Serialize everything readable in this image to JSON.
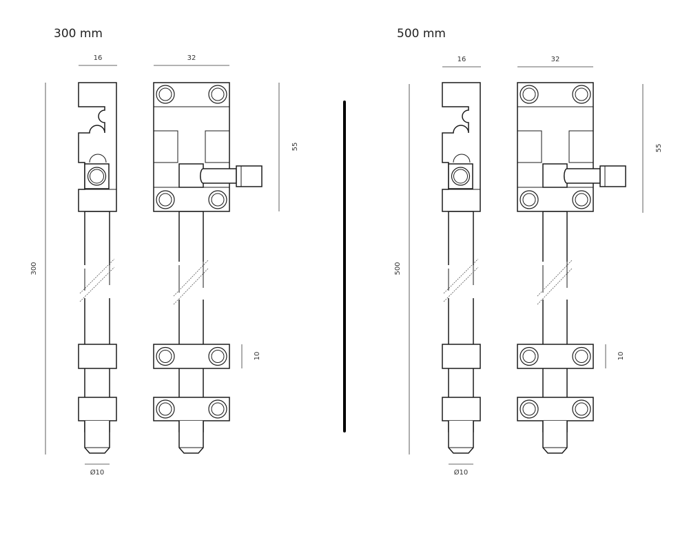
{
  "figures": [
    {
      "title": "300 mm",
      "side_width_label": "16",
      "front_width_label": "32",
      "total_length_label": "300",
      "head_length_label": "55",
      "strap_height_label": "10",
      "bolt_diameter_label": "Ø10"
    },
    {
      "title": "500 mm",
      "side_width_label": "16",
      "front_width_label": "32",
      "total_length_label": "500",
      "head_length_label": "55",
      "strap_height_label": "10",
      "bolt_diameter_label": "Ø10"
    }
  ],
  "colors": {
    "line": "#1a1a1a",
    "divider": "#000000",
    "text": "#222222"
  }
}
